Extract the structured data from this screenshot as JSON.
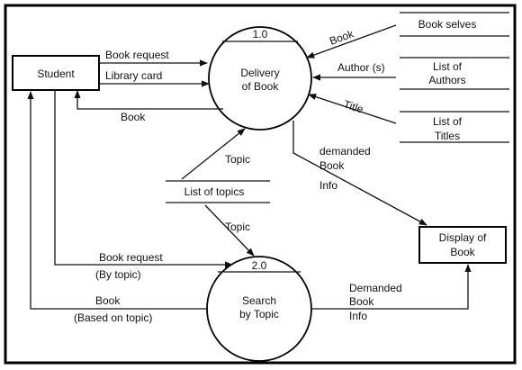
{
  "entities": {
    "student": "Student",
    "display_of_book": [
      "Display of",
      "Book"
    ]
  },
  "processes": {
    "delivery": {
      "number": "1.0",
      "name": [
        "Delivery",
        "of Book"
      ]
    },
    "search": {
      "number": "2.0",
      "name": [
        "Search",
        "by Topic"
      ]
    }
  },
  "data_stores": {
    "book_selves": [
      "Book selves"
    ],
    "list_of_authors": [
      "List of",
      "Authors"
    ],
    "list_of_titles": [
      "List of",
      "Titles"
    ],
    "list_of_topics": [
      "List of topics"
    ]
  },
  "flows": {
    "book_request": "Book request",
    "library_card": "Library card",
    "book_to_student": "Book",
    "book_from_store": "Book",
    "author": "Author (s)",
    "title": "Title",
    "topic_up": "Topic",
    "topic_down": "Topic",
    "demanded_book_info_1": [
      "demanded",
      "Book",
      "Info"
    ],
    "book_request_topic": [
      "Book request",
      "(By topic)"
    ],
    "book_based_on_topic": [
      "Book",
      "(Based on topic)"
    ],
    "demanded_book_info_2": [
      "Demanded",
      "Book",
      "Info"
    ]
  }
}
